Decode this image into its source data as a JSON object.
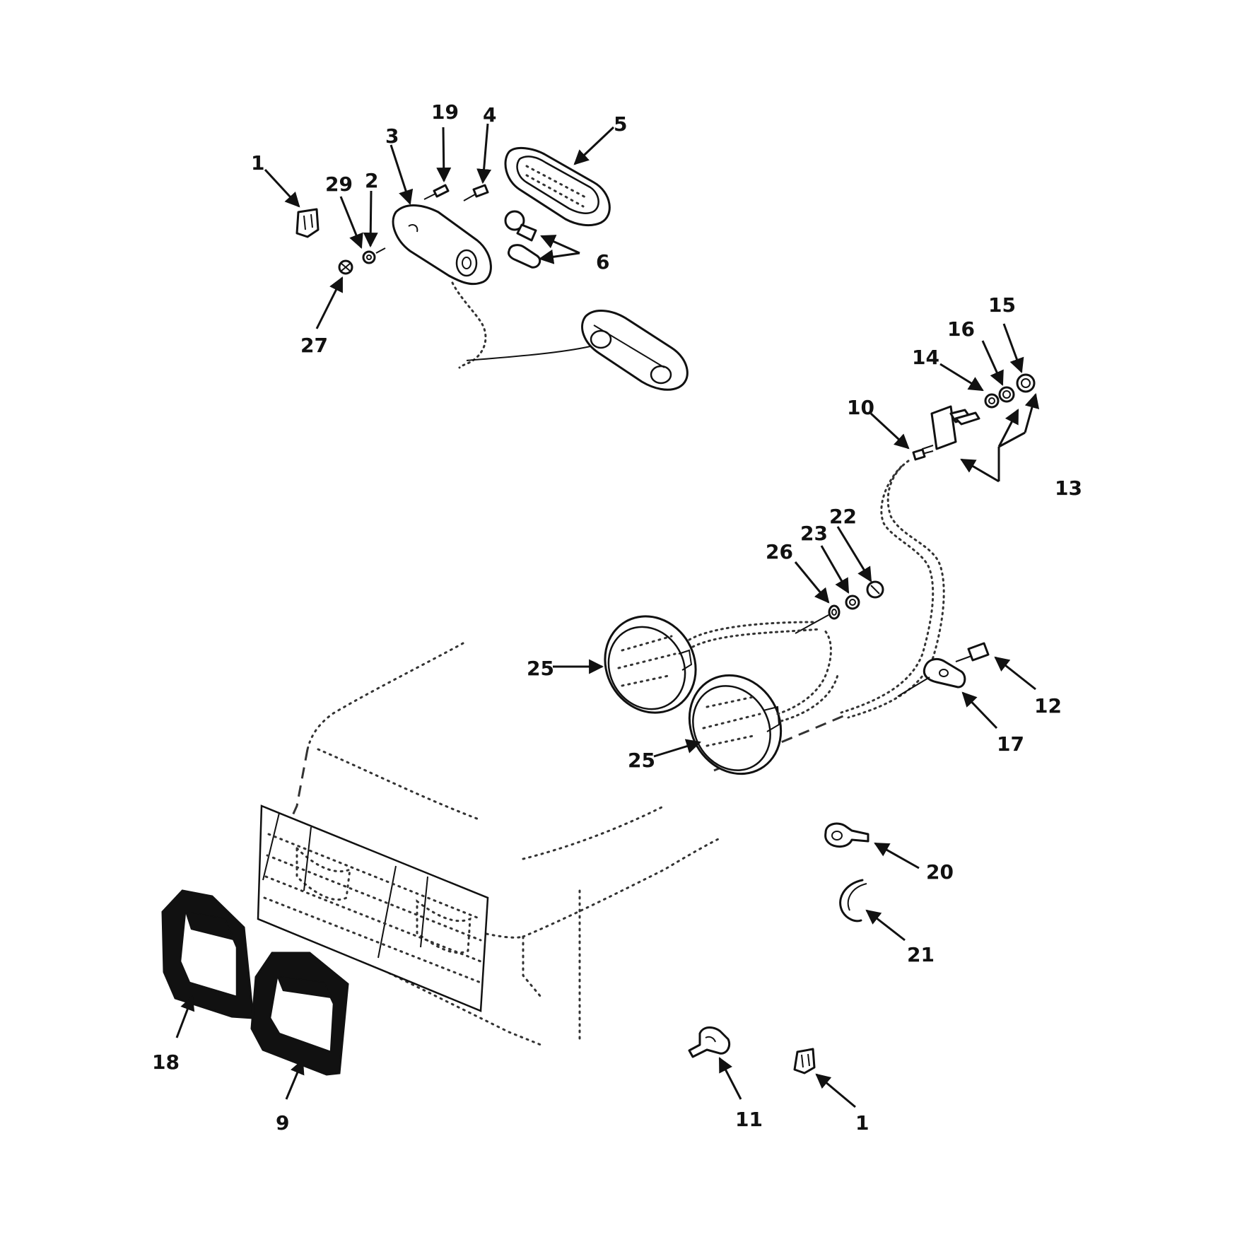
{
  "diagram": {
    "callouts": {
      "c1_top": "1",
      "c29": "29",
      "c2": "2",
      "c3": "3",
      "c19": "19",
      "c4": "4",
      "c5": "5",
      "c6": "6",
      "c27": "27",
      "c15": "15",
      "c16": "16",
      "c14": "14",
      "c10": "10",
      "c13": "13",
      "c22": "22",
      "c23": "23",
      "c26": "26",
      "c25_upper": "25",
      "c25_lower": "25",
      "c12": "12",
      "c17": "17",
      "c20": "20",
      "c21": "21",
      "c18": "18",
      "c9": "9",
      "c11": "11",
      "c1_bottom": "1"
    },
    "colors": {
      "ink": "#111111",
      "paper": "#ffffff"
    }
  }
}
